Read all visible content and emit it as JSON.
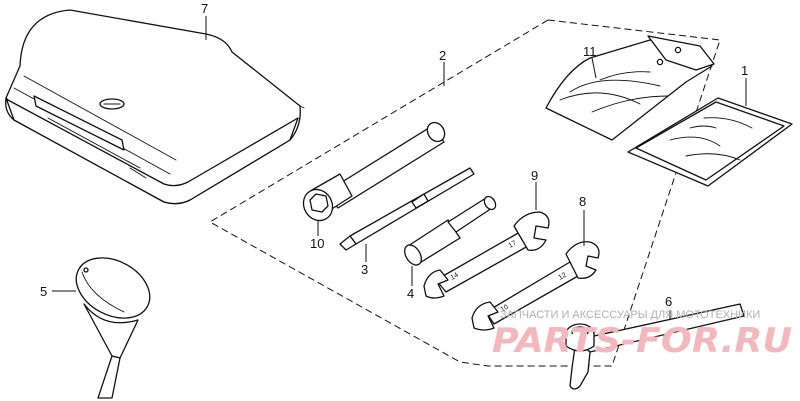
{
  "callouts": {
    "c1": "1",
    "c2": "2",
    "c3": "3",
    "c4": "4",
    "c5": "5",
    "c6": "6",
    "c7": "7",
    "c8": "8",
    "c9": "9",
    "c10": "10",
    "c11": "11"
  },
  "wrench_marks": {
    "w9_a": "14",
    "w9_b": "17",
    "w8_a": "10",
    "w8_b": "12"
  },
  "watermark": {
    "tagline": "ЗАПЧАСТИ И АКСЕССУАРЫ ДЛЯ МОТОТЕХНИКИ",
    "brand": "PARTS-FOR.RU",
    "color": "#f3b8bd"
  }
}
